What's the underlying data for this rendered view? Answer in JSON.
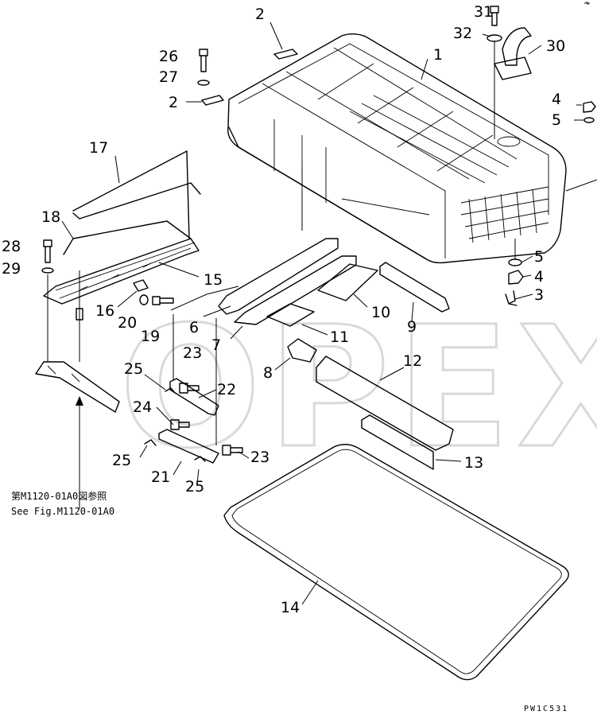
{
  "watermark": "OPEX",
  "diagram_code": "PW1C531",
  "reference_note": {
    "line1": "第M1120-01A0図参照",
    "line2": "See Fig.M1120-01A0"
  },
  "callouts": [
    {
      "id": "c31",
      "text": "31"
    },
    {
      "id": "c32",
      "text": "32"
    },
    {
      "id": "c30",
      "text": "30"
    },
    {
      "id": "c2a",
      "text": "2"
    },
    {
      "id": "c1",
      "text": "1"
    },
    {
      "id": "c26",
      "text": "26"
    },
    {
      "id": "c27",
      "text": "27"
    },
    {
      "id": "c2b",
      "text": "2"
    },
    {
      "id": "c4a",
      "text": "4"
    },
    {
      "id": "c5a",
      "text": "5"
    },
    {
      "id": "c17",
      "text": "17"
    },
    {
      "id": "c18",
      "text": "18"
    },
    {
      "id": "c28",
      "text": "28"
    },
    {
      "id": "c29",
      "text": "29"
    },
    {
      "id": "c15",
      "text": "15"
    },
    {
      "id": "c16",
      "text": "16"
    },
    {
      "id": "c20",
      "text": "20"
    },
    {
      "id": "c19",
      "text": "19"
    },
    {
      "id": "c5b",
      "text": "5"
    },
    {
      "id": "c4b",
      "text": "4"
    },
    {
      "id": "c3",
      "text": "3"
    },
    {
      "id": "c10",
      "text": "10"
    },
    {
      "id": "c9",
      "text": "9"
    },
    {
      "id": "c6",
      "text": "6"
    },
    {
      "id": "c11",
      "text": "11"
    },
    {
      "id": "c7",
      "text": "7"
    },
    {
      "id": "c23a",
      "text": "23"
    },
    {
      "id": "c8",
      "text": "8"
    },
    {
      "id": "c12",
      "text": "12"
    },
    {
      "id": "c25a",
      "text": "25"
    },
    {
      "id": "c22",
      "text": "22"
    },
    {
      "id": "c24",
      "text": "24"
    },
    {
      "id": "c25b",
      "text": "25"
    },
    {
      "id": "c23b",
      "text": "23"
    },
    {
      "id": "c13",
      "text": "13"
    },
    {
      "id": "c21",
      "text": "21"
    },
    {
      "id": "c25c",
      "text": "25"
    },
    {
      "id": "c14",
      "text": "14"
    }
  ]
}
